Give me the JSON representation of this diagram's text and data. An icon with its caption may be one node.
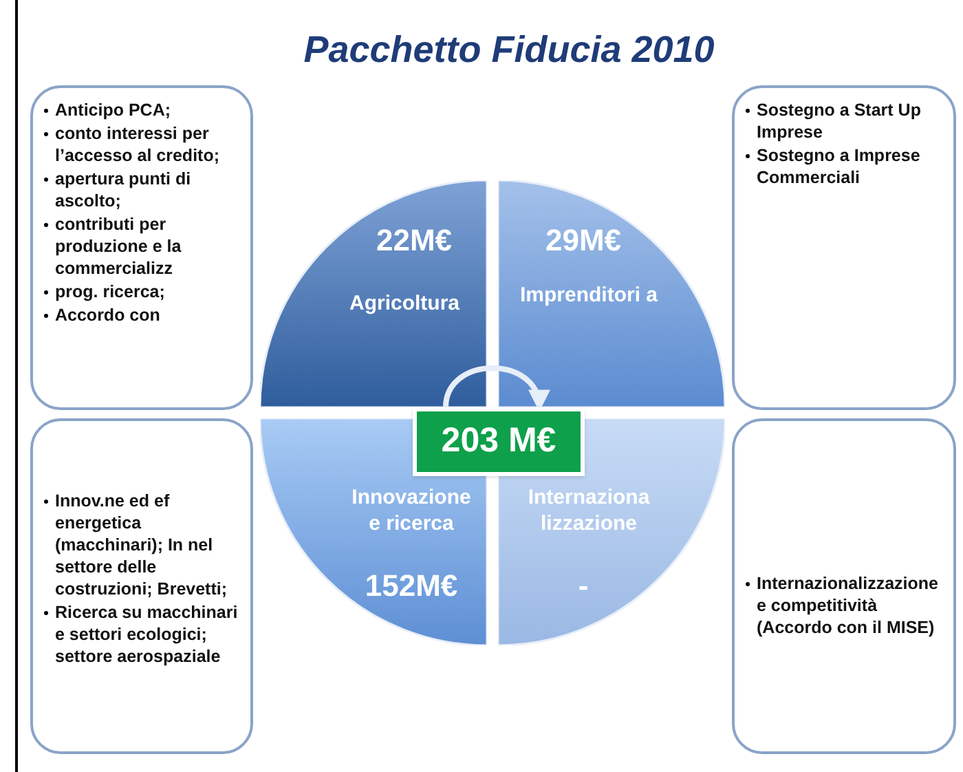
{
  "diagram": {
    "title": "Pacchetto Fiducia 2010",
    "nodes": [
      {
        "text": [
          "Anticipo PCA;",
          "conto interessi per l’accesso al credito;",
          "apertura punti di ascolto;",
          "contributi per produzione e la commercializz",
          "prog. ricerca;",
          "Accordo con"
        ]
      },
      {
        "text": [
          "Sostegno a Start Up Imprese",
          "Sostegno a Imprese Commerciali"
        ]
      },
      {
        "text": [
          "Innov.ne ed ef energetica (macchinari); In nel settore delle costruzioni; Brevetti;",
          "Ricerca su macchinari e settori ecologici; settore aerospaziale"
        ]
      },
      {
        "text": [
          "Internazionalizzazione e competitività (Accordo con il MISE)"
        ]
      },
      {
        "text": [
          "22M€",
          "Agricoltura"
        ]
      },
      {
        "text": [
          "29M€",
          "Imprenditori a"
        ]
      },
      {
        "text": [
          "Innovazione e ricerca",
          "152M€"
        ]
      },
      {
        "text": [
          "Internaziona lizzazione",
          "-"
        ]
      },
      {
        "text": [
          "203 M€"
        ]
      }
    ],
    "edges": [
      {
        "from": 4,
        "to": 5,
        "arrow": "to"
      }
    ]
  }
}
